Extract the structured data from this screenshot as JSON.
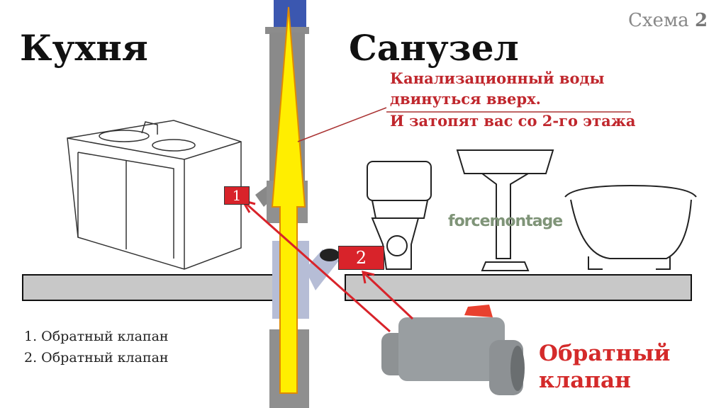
{
  "header": {
    "kitchen_title": "Кухня",
    "bathroom_title": "Санузел",
    "scheme_label": "Схема",
    "scheme_number": "2"
  },
  "warning": {
    "lines": [
      "Канализационный воды",
      "двинуться вверх.",
      "И затопят вас со 2-го этажа"
    ]
  },
  "markers": [
    {
      "label": "1"
    },
    {
      "label": "2"
    }
  ],
  "legend": {
    "items": [
      "1. Обратный клапан",
      "2. Обратный клапан"
    ]
  },
  "valve_caption": {
    "lines": [
      "Обратный",
      "клапан"
    ]
  },
  "watermark": "forcemontage",
  "colors": {
    "red": "#c0272d",
    "arrow_yellow": "#ffee00",
    "pipe_grey": "#8a8a8a",
    "slab": "#c8c8c8"
  }
}
